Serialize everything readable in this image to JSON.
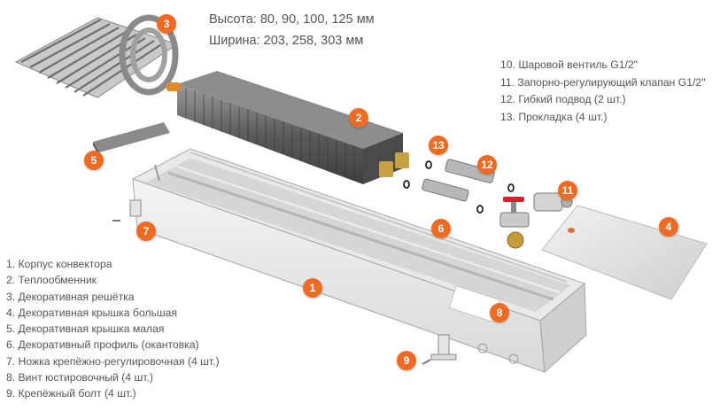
{
  "specs": {
    "height": "Высота: 80, 90, 100, 125 мм",
    "width": "Ширина: 203, 258, 303 мм"
  },
  "legend_left": [
    "1. Корпус конвектора",
    "2. Теплообменник",
    "3. Декоративная решётка",
    "4. Декоративная крышка большая",
    "5. Декоративная крышка малая",
    "6. Декоративный профиль (окантовка)",
    "7. Ножка крепёжно-регулировочная (4 шт.)",
    "8. Винт юстировочный (4 шт.)",
    "9. Крепёжный болт (4 шт.)"
  ],
  "legend_right": [
    "10. Шаровой вентиль G1/2\"",
    "11. Запорно-регулирующий клапан G1/2\"",
    "12. Гибкий подвод (2 шт.)",
    "13. Прокладка (4 шт.)"
  ],
  "callouts": [
    "1",
    "2",
    "3",
    "4",
    "5",
    "6",
    "7",
    "8",
    "9",
    "11",
    "12",
    "13"
  ],
  "colors": {
    "accent": "#ef6a22",
    "text": "#555555"
  }
}
